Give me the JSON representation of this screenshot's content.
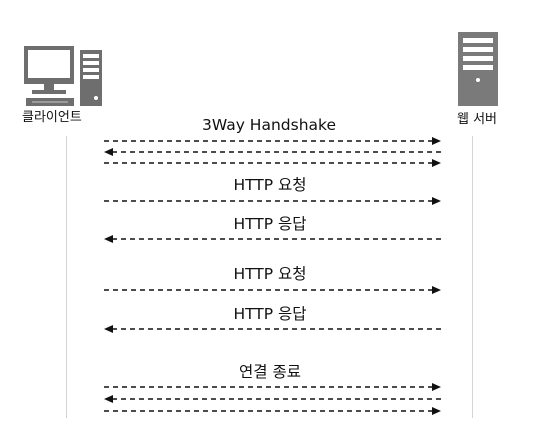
{
  "nodes": {
    "client": {
      "label": "클라이언트",
      "icon": "desktop-computer-icon"
    },
    "server": {
      "label": "웹 서버",
      "icon": "server-tower-icon"
    }
  },
  "messages": [
    {
      "label": "3Way Handshake",
      "arrows": [
        "to-server",
        "to-client",
        "to-server"
      ]
    },
    {
      "label": "HTTP 요청",
      "arrows": [
        "to-server"
      ]
    },
    {
      "label": "HTTP 응답",
      "arrows": [
        "to-client"
      ]
    },
    {
      "label": "HTTP 요청",
      "arrows": [
        "to-server"
      ]
    },
    {
      "label": "HTTP 응답",
      "arrows": [
        "to-client"
      ]
    },
    {
      "label": "연결 종료",
      "arrows": [
        "to-server",
        "to-client",
        "to-server"
      ]
    }
  ],
  "colors": {
    "line": "#111111",
    "lifeline": "#d4d4d4",
    "icon_dark": "#6e6e6e",
    "icon_light": "#8a8a8a"
  }
}
